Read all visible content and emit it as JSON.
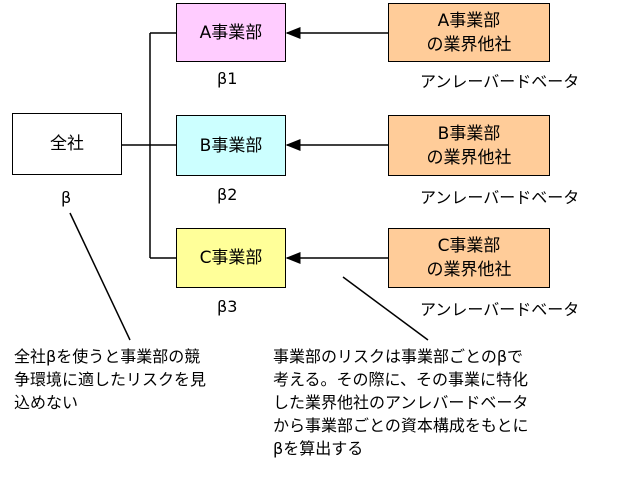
{
  "company": {
    "label": "全社",
    "beta": "β"
  },
  "divisions": [
    {
      "label": "A事業部",
      "beta": "β1",
      "color": "#ffccff"
    },
    {
      "label": "B事業部",
      "beta": "β2",
      "color": "#ccffff"
    },
    {
      "label": "C事業部",
      "beta": "β3",
      "color": "#ffff99"
    }
  ],
  "peers": [
    {
      "label_line1": "A事業部",
      "label_line2": "の業界他社",
      "caption": "アンレーバードベータ"
    },
    {
      "label_line1": "B事業部",
      "label_line2": "の業界他社",
      "caption": "アンレーバードベータ"
    },
    {
      "label_line1": "C事業部",
      "label_line2": "の業界他社",
      "caption": "アンレーバードベータ"
    }
  ],
  "peer_color": "#ffcc99",
  "notes": {
    "left": [
      "全社βを使うと事業部の競",
      "争環境に適したリスクを見",
      "込めない"
    ],
    "right": [
      "事業部のリスクは事業部ごとのβで",
      "考える。その際に、その事業に特化",
      "した業界他社のアンレバードベータ",
      "から事業部ごとの資本構成をもとに",
      "βを算出する"
    ]
  }
}
